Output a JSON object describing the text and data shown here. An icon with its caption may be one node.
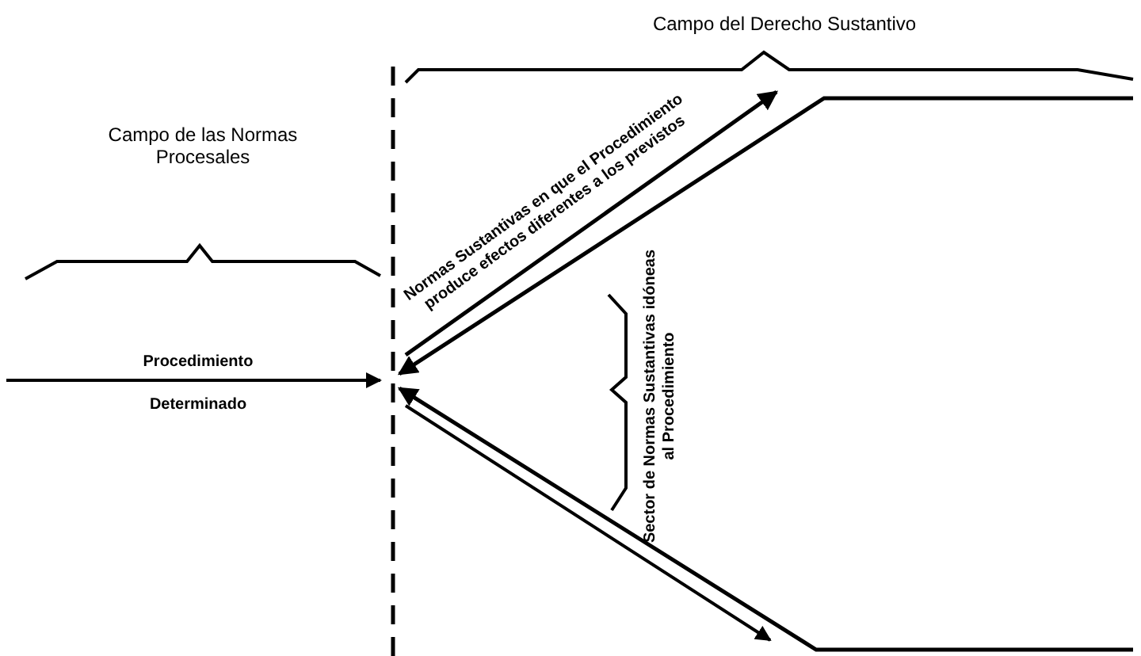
{
  "diagram": {
    "labels": [
      "Campo del Derecho Sustantivo",
      "Campo de las Normas Procesales",
      "Normas Sustantivas en que el Procedimiento produce efectos diferentes a los previstos",
      "Procedimiento",
      "Determinado",
      "Sector de Normas Sustantivas idóneas al Procedimiento"
    ]
  }
}
